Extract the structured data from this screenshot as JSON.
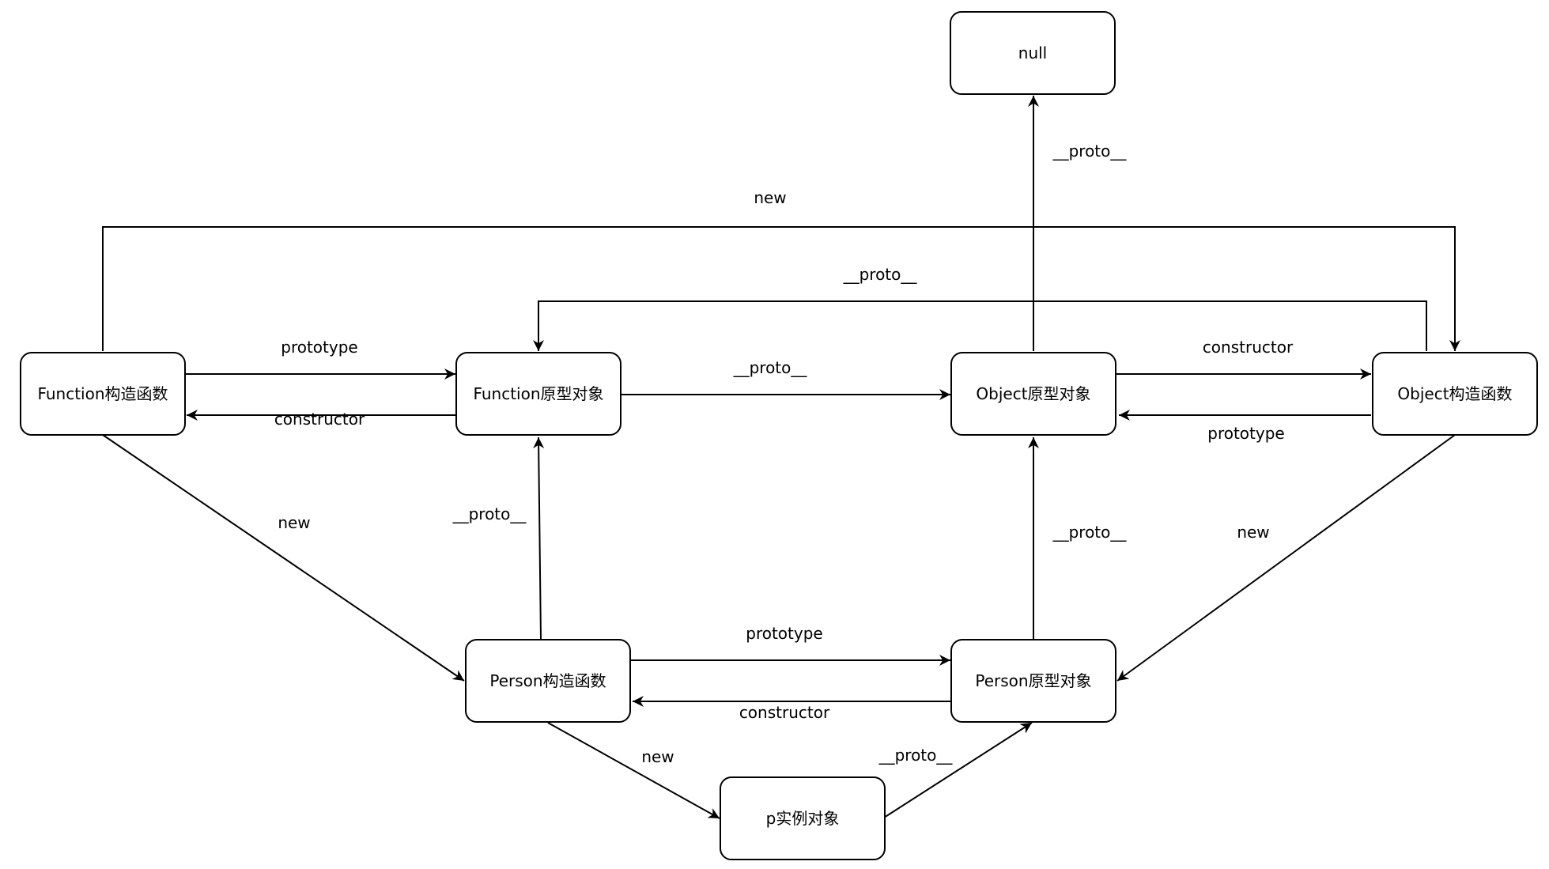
{
  "diagram": {
    "nodes": {
      "null_obj": "null",
      "function_ctor": "Function构造函数",
      "function_proto": "Function原型对象",
      "object_proto": "Object原型对象",
      "object_ctor": "Object构造函数",
      "person_ctor": "Person构造函数",
      "person_proto": "Person原型对象",
      "p_instance": "p实例对象"
    },
    "edges": [
      {
        "from": "object_proto",
        "to": "null_obj",
        "label": "__proto__"
      },
      {
        "from": "function_ctor",
        "to": "object_ctor",
        "label": "new"
      },
      {
        "from": "object_ctor",
        "to": "function_proto",
        "label": "__proto__"
      },
      {
        "from": "function_ctor",
        "to": "function_proto",
        "label": "prototype"
      },
      {
        "from": "function_proto",
        "to": "function_ctor",
        "label": "constructor"
      },
      {
        "from": "function_proto",
        "to": "object_proto",
        "label": "__proto__"
      },
      {
        "from": "object_proto",
        "to": "object_ctor",
        "label": "constructor"
      },
      {
        "from": "object_ctor",
        "to": "object_proto",
        "label": "prototype"
      },
      {
        "from": "function_ctor",
        "to": "person_ctor",
        "label": "new"
      },
      {
        "from": "person_ctor",
        "to": "function_proto",
        "label": "__proto__"
      },
      {
        "from": "person_proto",
        "to": "object_proto",
        "label": "__proto__"
      },
      {
        "from": "object_ctor",
        "to": "person_proto",
        "label": "new"
      },
      {
        "from": "person_ctor",
        "to": "person_proto",
        "label": "prototype"
      },
      {
        "from": "person_proto",
        "to": "person_ctor",
        "label": "constructor"
      },
      {
        "from": "person_ctor",
        "to": "p_instance",
        "label": "new"
      },
      {
        "from": "p_instance",
        "to": "person_proto",
        "label": "__proto__"
      }
    ]
  }
}
